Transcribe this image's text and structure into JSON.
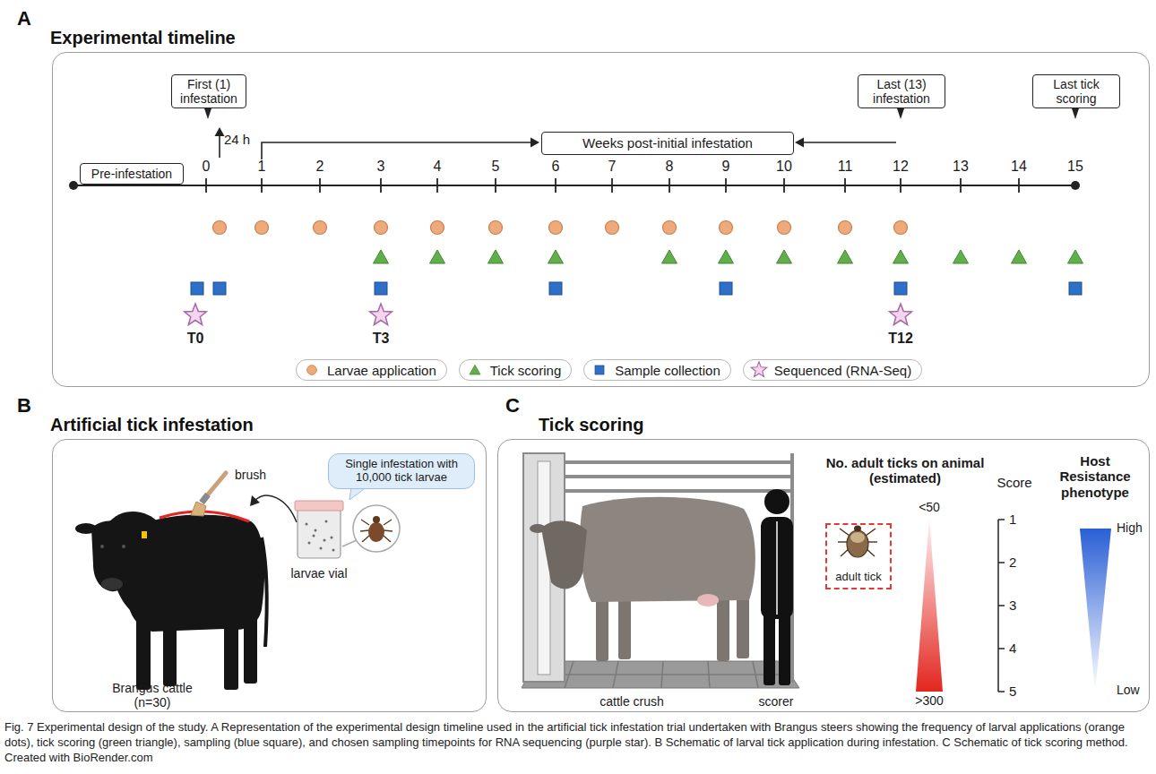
{
  "diagram": {
    "caption": "Fig. 7 Experimental design of the study. A Representation of the experimental design timeline used in the artificial tick infestation trial undertaken with Brangus steers showing the frequency of larval applications (orange dots), tick scoring (green triangle), sampling (blue square), and chosen sampling timepoints for RNA sequencing (purple star). B Schematic of larval tick application during infestation. C Schematic of tick scoring method. Created with BioRender.com",
    "nodes": [
      {
        "text": [
          "A",
          "Experimental timeline"
        ]
      },
      {
        "text": [
          "First (1) infestation"
        ],
        "in": 0
      },
      {
        "text": [
          "Last (13) infestation"
        ],
        "in": 0
      },
      {
        "text": [
          "Last tick scoring"
        ],
        "in": 0
      },
      {
        "text": [
          "Weeks post-initial infestation"
        ],
        "in": 0
      },
      {
        "text": [
          "Pre-infestation"
        ],
        "in": 0
      },
      {
        "text": [
          "B",
          "Artificial tick infestation"
        ]
      },
      {
        "text": [
          "Single infestation with 10,000 tick larvae"
        ],
        "in": 6
      },
      {
        "text": [
          "C",
          "Tick scoring"
        ]
      },
      {
        "text": [
          "adult tick"
        ],
        "in": 8
      }
    ],
    "labels": [
      "24 h",
      "0",
      "1",
      "2",
      "3",
      "4",
      "5",
      "6",
      "7",
      "8",
      "9",
      "10",
      "11",
      "12",
      "13",
      "14",
      "15",
      "T0",
      "T3",
      "T12",
      "brush",
      "larvae vial",
      "Brangus cattle (n=30)",
      "cattle crush",
      "scorer",
      "No. adult ticks on animal (estimated)",
      "<50",
      ">300",
      "Score",
      "1",
      "2",
      "3",
      "4",
      "5",
      "Host Resistance phenotype",
      "High",
      "Low"
    ],
    "legend": [
      {
        "text": "Larvae application"
      },
      {
        "text": "Tick scoring"
      },
      {
        "text": "Sample collection"
      },
      {
        "text": "Sequenced (RNA-Seq)"
      }
    ]
  }
}
